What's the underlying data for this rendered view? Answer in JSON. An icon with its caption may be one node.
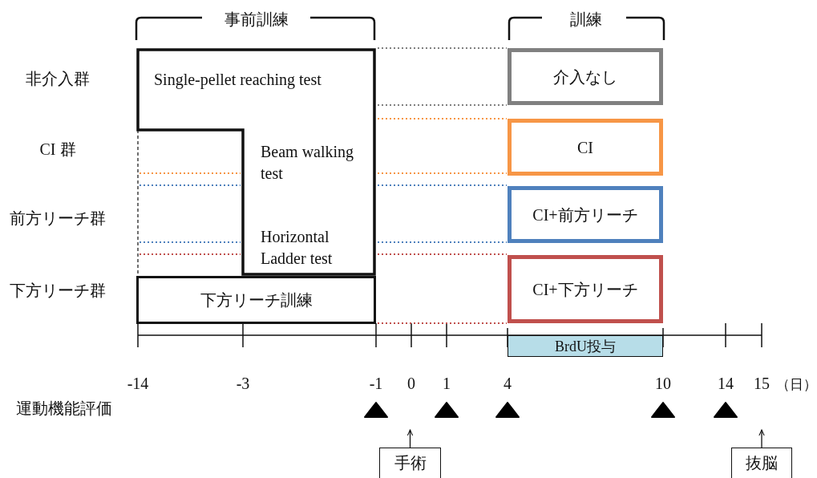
{
  "diagram": {
    "nodes": [
      {
        "text": [
          "Single-pellet reaching test",
          "Beam walking test",
          "Horizontal Ladder test"
        ]
      },
      {
        "text": [
          "下方リーチ訓練"
        ]
      },
      {
        "text": [
          "介入なし"
        ]
      },
      {
        "text": [
          "CI"
        ]
      },
      {
        "text": [
          "CI+前方リーチ"
        ]
      },
      {
        "text": [
          "CI+下方リーチ"
        ]
      },
      {
        "text": [
          "BrdU投与"
        ]
      },
      {
        "text": [
          "手術"
        ]
      },
      {
        "text": [
          "抜脳"
        ]
      }
    ],
    "edges": [
      {
        "from": 0,
        "to": 2,
        "arrow": "none",
        "style": "dashed",
        "color": "#808080"
      },
      {
        "from": 0,
        "to": 2,
        "arrow": "none",
        "style": "dashed",
        "color": "#808080"
      },
      {
        "from": 0,
        "to": 3,
        "arrow": "none",
        "style": "dashed",
        "color": "#f79646"
      },
      {
        "from": 0,
        "to": 3,
        "arrow": "none",
        "style": "dashed",
        "color": "#f79646"
      },
      {
        "from": 0,
        "to": 4,
        "arrow": "none",
        "style": "dashed",
        "color": "#4f81bd"
      },
      {
        "from": 0,
        "to": 4,
        "arrow": "none",
        "style": "dashed",
        "color": "#4f81bd"
      },
      {
        "from": 0,
        "to": 5,
        "arrow": "none",
        "style": "dashed",
        "color": "#c0504d"
      },
      {
        "from": 1,
        "to": 5,
        "arrow": "none",
        "style": "dashed",
        "color": "#c0504d"
      },
      {
        "from": 7,
        "to": null,
        "arrow": "to",
        "color": "#111111"
      },
      {
        "from": 8,
        "to": null,
        "arrow": "to",
        "color": "#111111"
      }
    ],
    "labels": [
      "事前訓練",
      "訓練",
      "非介入群",
      "CI 群",
      "前方リーチ群",
      "下方リーチ群",
      "-14",
      "-3",
      "-1",
      "0",
      "1",
      "4",
      "10",
      "14",
      "15",
      "（日）",
      "運動機能評価"
    ]
  }
}
